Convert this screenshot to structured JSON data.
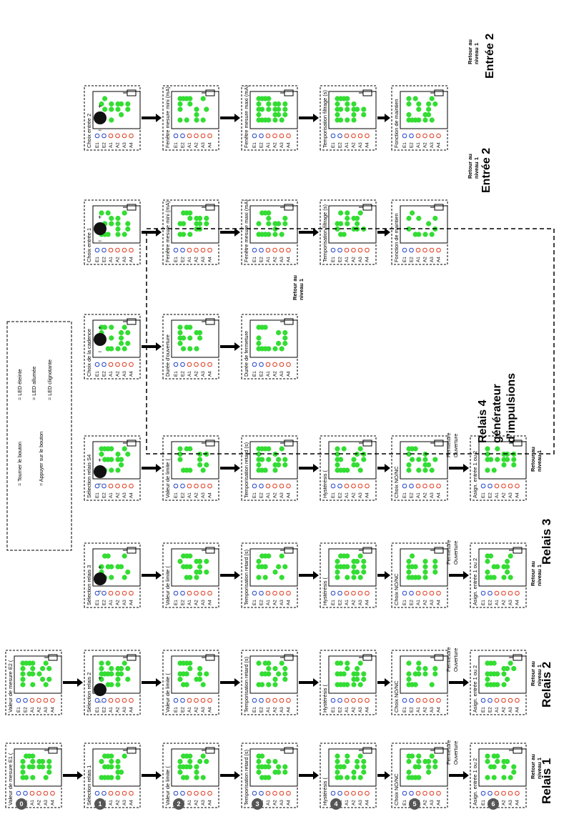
{
  "panels": {
    "r1": [
      "Valeur de mesure E1 (",
      "Sélection relais 1",
      "Valeur de limite (",
      "Temporisation retard (s)",
      "Hystérésis (",
      "Choix NO/NC",
      "Asign. entrée 1 ou 2"
    ],
    "r2": [
      "Valeur de mesure E2 (",
      "Sélection relais 2",
      "Valeur de limite (",
      "Temporisation retard (s)",
      "Hystérésis (",
      "Choix NO/NC",
      "Asign. entrée 1 ou 2"
    ],
    "r3": [
      "Sélection relais 3",
      "Valeur de limite (",
      "Temporisation retard (s)",
      "Hystérésis (",
      "Choix NO/NC",
      "Asign. entrée 1 ou 2"
    ],
    "r4": [
      "Sélection relais S4",
      "Valeur de limite (",
      "Temporisation retard (s)",
      "Hystérésis (",
      "Choix NO/NC",
      "Asign. entrée 1 ou 2"
    ],
    "cad": [
      "Choix de la cadence",
      "Durée d'ouverture",
      "Durée de fermeture"
    ],
    "e1": [
      "Choix entrée 1",
      "Fenêtre mesure mini (mA)",
      "Fenêtre mesure maxi (mA)",
      "Temporisation filtrage (s)",
      "Fonction de maintien"
    ],
    "e2": [
      "Choix entrée 2",
      "Fenêtre mesure mini (mA)",
      "Fenêtre mesure maxi (mA)",
      "Temporisation filtrage (s)",
      "Fonction de maintien"
    ]
  },
  "led_labels": [
    "E1",
    "E2",
    "A1",
    "A2",
    "A3",
    "A4"
  ],
  "steps": [
    "0",
    "1",
    "2",
    "3",
    "4",
    "5",
    "6"
  ],
  "legend": {
    "turn": "= Tourner le bouton",
    "press": "= Appuyer sur le bouton",
    "off": "= LED éteinte",
    "on": "= LED allumée",
    "blink": "= LED clignotante"
  },
  "section_titles": {
    "relais1": "Relais 1",
    "relais2": "Relais 2",
    "relais3": "Relais 3",
    "relais4_a": "Relais 4",
    "relais4_b": "générateur",
    "relais4_c": "d'impulsions",
    "entree2_a": "Entrée 2",
    "entree2_b": "Entrée 2"
  },
  "retour": {
    "line1": "Retour au",
    "line2": "niveau 1"
  },
  "nonc": {
    "ferm": "Fermeture",
    "ouv": "Ouverture"
  },
  "knob": {
    "plus": "+",
    "minus": "−"
  },
  "colors": {
    "led_green": "#33dd33",
    "led_red": "#e03a1e",
    "led_blue": "#2244cc",
    "line": "#000000"
  }
}
